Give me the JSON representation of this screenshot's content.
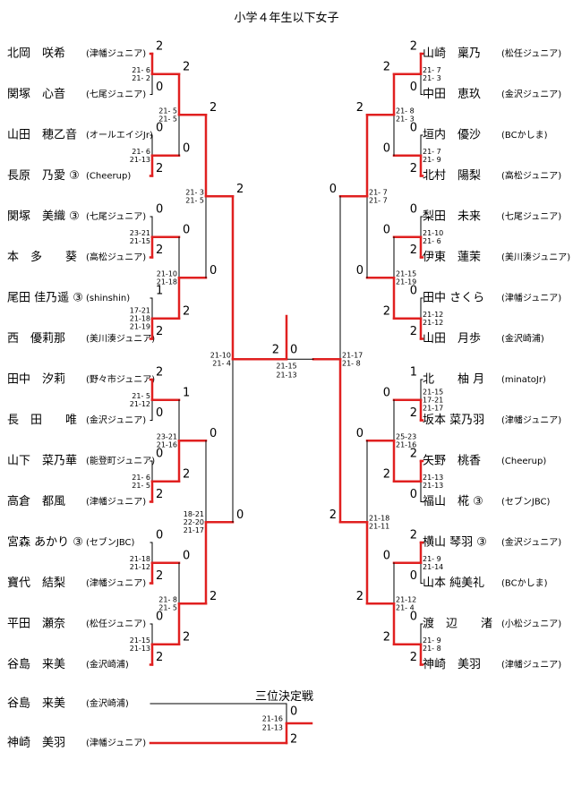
{
  "title": "小学４年生以下女子",
  "bronze_title": "三位決定戦",
  "colors": {
    "win": "#e02020",
    "lose": "#000000"
  },
  "left_players": [
    {
      "name": "北岡　咲希",
      "club": "(津幡ジュニア)"
    },
    {
      "name": "関塚　心音",
      "club": "(七尾ジュニア)"
    },
    {
      "name": "山田　穂乙音",
      "club": "(オールエイジJr)"
    },
    {
      "name": "長原　乃愛 ③",
      "club": "(Cheerup)"
    },
    {
      "name": "関塚　美織 ③",
      "club": "(七尾ジュニア)"
    },
    {
      "name": "本　多　　葵",
      "club": "(高松ジュニア)"
    },
    {
      "name": "尾田 佳乃遥 ③",
      "club": "(shinshin)"
    },
    {
      "name": "西　優莉那",
      "club": "(美川湊ジュニア)"
    },
    {
      "name": "田中　汐莉",
      "club": "(野々市ジュニア)"
    },
    {
      "name": "長　田　　唯",
      "club": "(金沢ジュニア)"
    },
    {
      "name": "山下　菜乃華",
      "club": "(能登町ジュニア)"
    },
    {
      "name": "高倉　都風",
      "club": "(津幡ジュニア)"
    },
    {
      "name": "宮森 あかり ③",
      "club": "(セブンJBC)"
    },
    {
      "name": "寶代　結梨",
      "club": "(津幡ジュニア)"
    },
    {
      "name": "平田　瀬奈",
      "club": "(松任ジュニア)"
    },
    {
      "name": "谷島　来美",
      "club": "(金沢崎浦)"
    }
  ],
  "right_players": [
    {
      "name": "山崎　稟乃",
      "club": "(松任ジュニア)"
    },
    {
      "name": "中田　恵玖",
      "club": "(金沢ジュニア)"
    },
    {
      "name": "垣内　優沙",
      "club": "(BCかしま)"
    },
    {
      "name": "北村　陽梨",
      "club": "(高松ジュニア)"
    },
    {
      "name": "梨田　未来",
      "club": "(七尾ジュニア)"
    },
    {
      "name": "伊東　蓮茉",
      "club": "(美川湊ジュニア)"
    },
    {
      "name": "田中 さくら",
      "club": "(津幡ジュニア)"
    },
    {
      "name": "山田　月歩",
      "club": "(金沢崎浦)"
    },
    {
      "name": "北　　柚 月",
      "club": "(minatoJr)"
    },
    {
      "name": "坂本 菜乃羽",
      "club": "(津幡ジュニア)"
    },
    {
      "name": "矢野　桃香",
      "club": "(Cheerup)"
    },
    {
      "name": "福山　椛 ③",
      "club": "(セブンJBC)"
    },
    {
      "name": "横山 琴羽 ③",
      "club": "(金沢ジュニア)"
    },
    {
      "name": "山本 純美礼",
      "club": "(BCかしま)"
    },
    {
      "name": "渡　辺　　渚",
      "club": "(小松ジュニア)"
    },
    {
      "name": "神崎　美羽",
      "club": "(津幡ジュニア)"
    }
  ],
  "left_matches": [
    {
      "scores": [
        "2",
        "0"
      ],
      "winner": 0,
      "games": [
        "21- 6",
        "21- 2"
      ]
    },
    {
      "scores": [
        "0",
        "2"
      ],
      "winner": 1,
      "games": [
        "21- 6",
        "21-13"
      ]
    },
    {
      "scores": [
        "0",
        "2"
      ],
      "winner": 1,
      "games": [
        "23-21",
        "21-15"
      ]
    },
    {
      "scores": [
        "1",
        "2"
      ],
      "winner": 1,
      "games": [
        "17-21",
        "21-18",
        "21-19"
      ]
    },
    {
      "scores": [
        "2",
        "0"
      ],
      "winner": 0,
      "games": [
        "21- 5",
        "21-12"
      ]
    },
    {
      "scores": [
        "0",
        "2"
      ],
      "winner": 1,
      "games": [
        "21- 6",
        "21- 5"
      ]
    },
    {
      "scores": [
        "0",
        "2"
      ],
      "winner": 1,
      "games": [
        "21-18",
        "21-12"
      ]
    },
    {
      "scores": [
        "0",
        "2"
      ],
      "winner": 1,
      "games": [
        "21-15",
        "21-13"
      ]
    },
    {
      "scores": [
        "2",
        "0"
      ],
      "winner": 0,
      "games": [
        "21- 5",
        "21- 5"
      ]
    },
    {
      "scores": [
        "0",
        "2"
      ],
      "winner": 1,
      "games": [
        "21-10",
        "21-18"
      ]
    },
    {
      "scores": [
        "1",
        "2"
      ],
      "winner": 1,
      "games": [
        "23-21",
        "21-16"
      ]
    },
    {
      "scores": [
        "0",
        "2"
      ],
      "winner": 1,
      "games": [
        "21- 8",
        "21- 5"
      ]
    },
    {
      "scores": [
        "2",
        "0"
      ],
      "winner": 0,
      "games": [
        "21- 3",
        "21- 5"
      ]
    },
    {
      "scores": [
        "0",
        "2"
      ],
      "winner": 1,
      "games": [
        "18-21",
        "22-20",
        "21-17"
      ]
    },
    {
      "scores": [
        "2",
        "0"
      ],
      "winner": 0,
      "games": [
        "21-10",
        "21- 4"
      ]
    }
  ],
  "right_matches": [
    {
      "scores": [
        "2",
        "0"
      ],
      "winner": 0,
      "games": [
        "21- 7",
        "21- 3"
      ]
    },
    {
      "scores": [
        "0",
        "2"
      ],
      "winner": 1,
      "games": [
        "21- 7",
        "21- 9"
      ]
    },
    {
      "scores": [
        "0",
        "2"
      ],
      "winner": 1,
      "games": [
        "21-10",
        "21- 6"
      ]
    },
    {
      "scores": [
        "0",
        "2"
      ],
      "winner": 1,
      "games": [
        "21-12",
        "21-12"
      ]
    },
    {
      "scores": [
        "1",
        "2"
      ],
      "winner": 1,
      "games": [
        "21-15",
        "17-21",
        "21-17"
      ]
    },
    {
      "scores": [
        "2",
        "0"
      ],
      "winner": 0,
      "games": [
        "21-13",
        "21-13"
      ]
    },
    {
      "scores": [
        "2",
        "0"
      ],
      "winner": 0,
      "games": [
        "21- 9",
        "21-14"
      ]
    },
    {
      "scores": [
        "0",
        "2"
      ],
      "winner": 1,
      "games": [
        "21- 9",
        "21- 8"
      ]
    },
    {
      "scores": [
        "2",
        "0"
      ],
      "winner": 0,
      "games": [
        "21- 8",
        "21- 3"
      ]
    },
    {
      "scores": [
        "0",
        "2"
      ],
      "winner": 1,
      "games": [
        "21-15",
        "21-19"
      ]
    },
    {
      "scores": [
        "0",
        "2"
      ],
      "winner": 1,
      "games": [
        "25-23",
        "21-16"
      ]
    },
    {
      "scores": [
        "0",
        "2"
      ],
      "winner": 1,
      "games": [
        "21-12",
        "21- 4"
      ]
    },
    {
      "scores": [
        "2",
        "0"
      ],
      "winner": 0,
      "games": [
        "21- 7",
        "21- 7"
      ]
    },
    {
      "scores": [
        "0",
        "2"
      ],
      "winner": 1,
      "games": [
        "21-18",
        "21-11"
      ]
    },
    {
      "scores": [
        "0",
        "2"
      ],
      "winner": 1,
      "games": [
        "21-17",
        "21- 8"
      ]
    }
  ],
  "final": {
    "scores": [
      "2",
      "0"
    ],
    "winner": 0,
    "games": [
      "21-15",
      "21-13"
    ]
  },
  "bronze": {
    "players": [
      {
        "name": "谷島　来美",
        "club": "(金沢崎浦)"
      },
      {
        "name": "神崎　美羽",
        "club": "(津幡ジュニア)"
      }
    ],
    "scores": [
      "0",
      "2"
    ],
    "winner": 1,
    "games": [
      "21-16",
      "21-13"
    ]
  }
}
